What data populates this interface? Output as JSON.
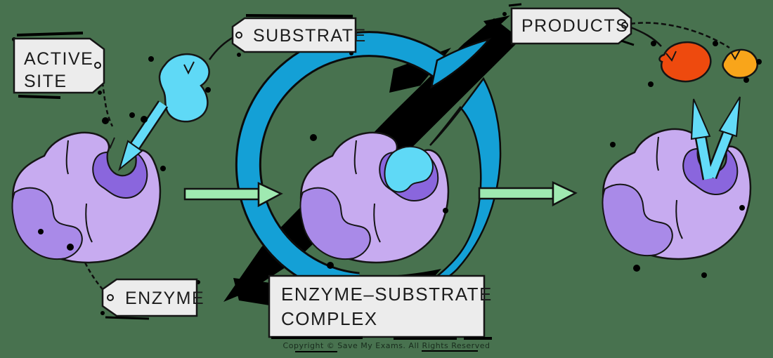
{
  "labels": {
    "active_site": {
      "line1": "ACTIVE",
      "line2": "SITE"
    },
    "substrate": {
      "text": "SUBSTRATE"
    },
    "products": {
      "text": "PRODUCTS"
    },
    "enzyme": {
      "text": "ENZYME"
    },
    "complex": {
      "line1": "ENZYME–SUBSTRATE",
      "line2": "COMPLEX"
    }
  },
  "footer": {
    "copyright": "Copyright © Save My Exams. All Rights Reserved"
  },
  "colors": {
    "background": "#48724f",
    "label_fill": "#ececec",
    "outline": "#151515",
    "enzyme_light": "#c7abf0",
    "enzyme_mid": "#a98ae8",
    "active_site_pocket": "#8a66dd",
    "substrate_cyan": "#5fd9f6",
    "cycle_arrow_blue": "#14a0d6",
    "step_arrow_green": "#9fe9b1",
    "product_red": "#ee4a0e",
    "product_yellow": "#f9a51a"
  }
}
